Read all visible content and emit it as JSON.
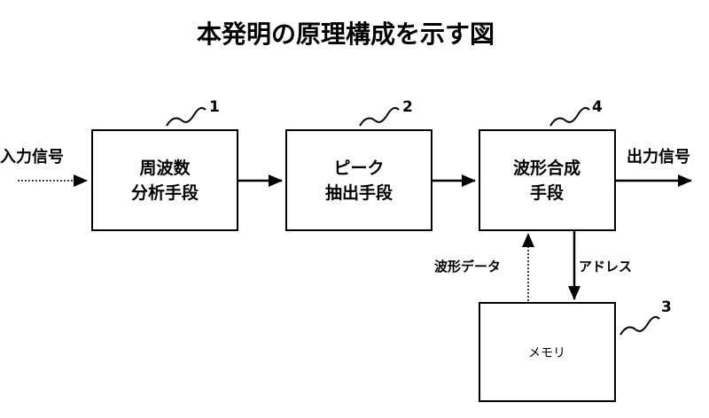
{
  "title": "本発明の原理構成を示す図",
  "input_label": "入力信号",
  "output_label": "出力信号",
  "blocks": {
    "frequency_analysis": {
      "number": "1",
      "line1": "周波数",
      "line2": "分析手段"
    },
    "peak_extraction": {
      "number": "2",
      "line1": "ピーク",
      "line2": "抽出手段"
    },
    "waveform_synthesis": {
      "number": "4",
      "line1": "波形合成",
      "line2": "手段"
    },
    "memory": {
      "number": "3",
      "label": "メモリ"
    }
  },
  "edges": {
    "waveform_data": "波形データ",
    "address": "アドレス"
  }
}
